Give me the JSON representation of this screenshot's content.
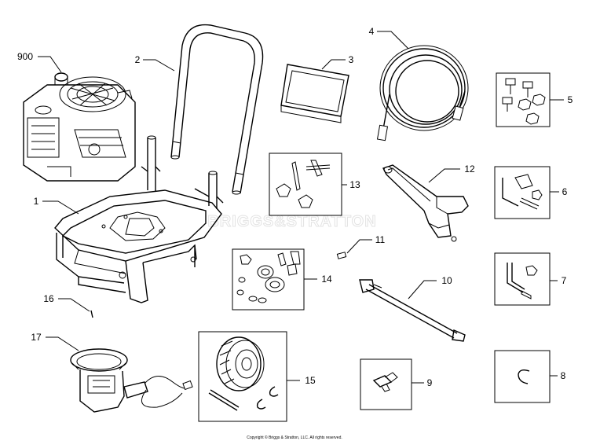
{
  "watermark": "BRIGGS&STRATTON",
  "copyright": "Copyright © Briggs & Stratton, LLC. All rights reserved.",
  "parts": [
    {
      "id": "900",
      "label": "900"
    },
    {
      "id": "1",
      "label": "1"
    },
    {
      "id": "2",
      "label": "2"
    },
    {
      "id": "3",
      "label": "3"
    },
    {
      "id": "4",
      "label": "4"
    },
    {
      "id": "5",
      "label": "5"
    },
    {
      "id": "6",
      "label": "6"
    },
    {
      "id": "7",
      "label": "7"
    },
    {
      "id": "8",
      "label": "8"
    },
    {
      "id": "9",
      "label": "9"
    },
    {
      "id": "10",
      "label": "10"
    },
    {
      "id": "11",
      "label": "11"
    },
    {
      "id": "12",
      "label": "12"
    },
    {
      "id": "13",
      "label": "13"
    },
    {
      "id": "14",
      "label": "14"
    },
    {
      "id": "15",
      "label": "15"
    },
    {
      "id": "16",
      "label": "16"
    },
    {
      "id": "17",
      "label": "17"
    }
  ]
}
